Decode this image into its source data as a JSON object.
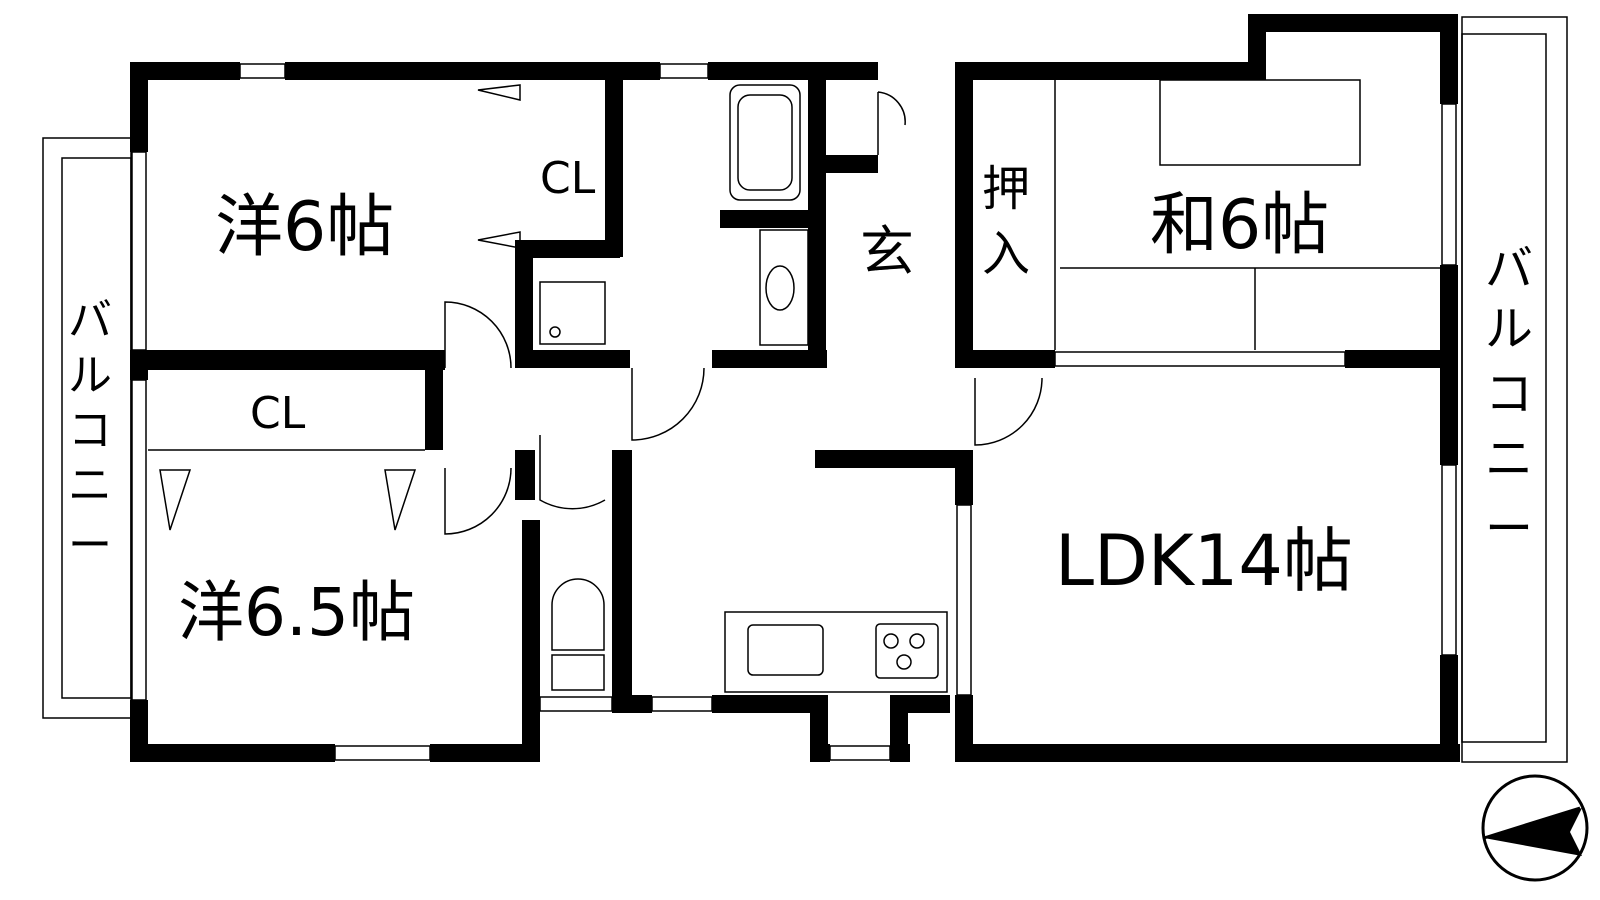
{
  "rooms": {
    "western_6": "洋6帖",
    "western_6_5": "洋6.5帖",
    "japanese_6": "和6帖",
    "ldk": "LDK14帖",
    "closet_top": "CL",
    "closet_left": "CL",
    "entrance": "玄",
    "oshiire": [
      "押",
      "入"
    ]
  },
  "balcony_left": [
    "バ",
    "ル",
    "コ",
    "ニ",
    "ー"
  ],
  "balcony_right": [
    "バ",
    "ル",
    "コ",
    "ニ",
    "ー"
  ],
  "compass_icon": "north-arrow-icon"
}
